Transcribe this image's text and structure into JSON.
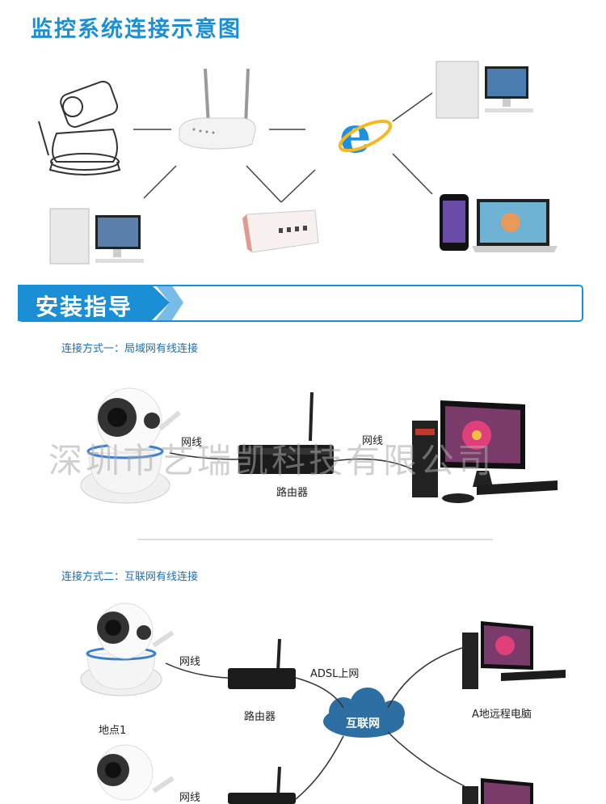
{
  "header": {
    "title": "监控系统连接示意图"
  },
  "install": {
    "banner_title": "安装指导"
  },
  "mode1": {
    "heading": "连接方式一：局域网有线连接",
    "cable_left": "网线",
    "cable_right": "网线",
    "router_label": "路由器"
  },
  "mode2": {
    "heading": "连接方式二：互联网有线连接",
    "cable_1": "网线",
    "adsl_label": "ADSL上网",
    "router_label": "路由器",
    "cloud_label": "互联网",
    "remote_label": "A地远程电脑",
    "site_label": "地点1",
    "cable_2": "网线"
  },
  "watermark": "深圳市艺瑞凯科技有限公司",
  "colors": {
    "accent": "#1a8fd6",
    "cloud": "#2d6fa3",
    "heading": "#1a6fb8"
  }
}
